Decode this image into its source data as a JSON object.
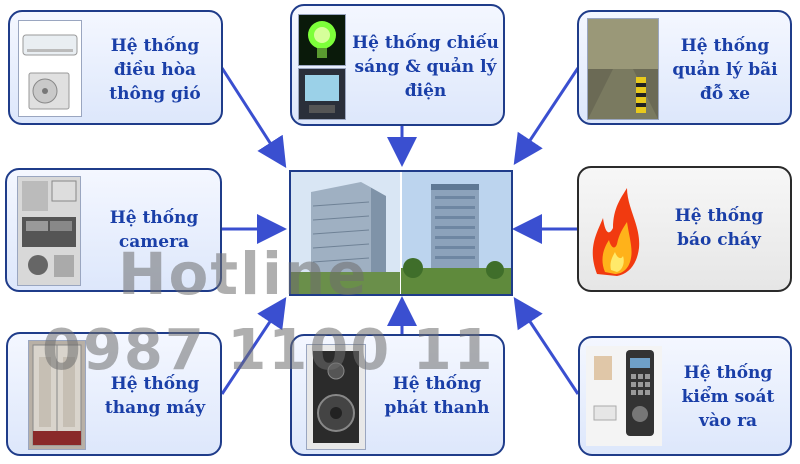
{
  "systems": {
    "hvac": "Hệ thống\nđiều hòa\nthông gió",
    "lighting": "Hệ thống chiếu\nsáng & quản lý\nđiện",
    "parking": "Hệ thống\nquản lý bãi\nđỗ xe",
    "camera": "Hệ thống\ncamera",
    "fire": "Hệ thống\nbáo cháy",
    "elevator": "Hệ thống\nthang máy",
    "broadcast": "Hệ thống\nphát thanh",
    "access": "Hệ thống\nkiểm soát\nvào ra"
  },
  "watermark": {
    "hotline": "Hotline",
    "phone": "0987 1100 11"
  },
  "colors": {
    "arrow": "#3a4fd0",
    "label": "#1a3fa8",
    "border": "#1f3c8a"
  }
}
